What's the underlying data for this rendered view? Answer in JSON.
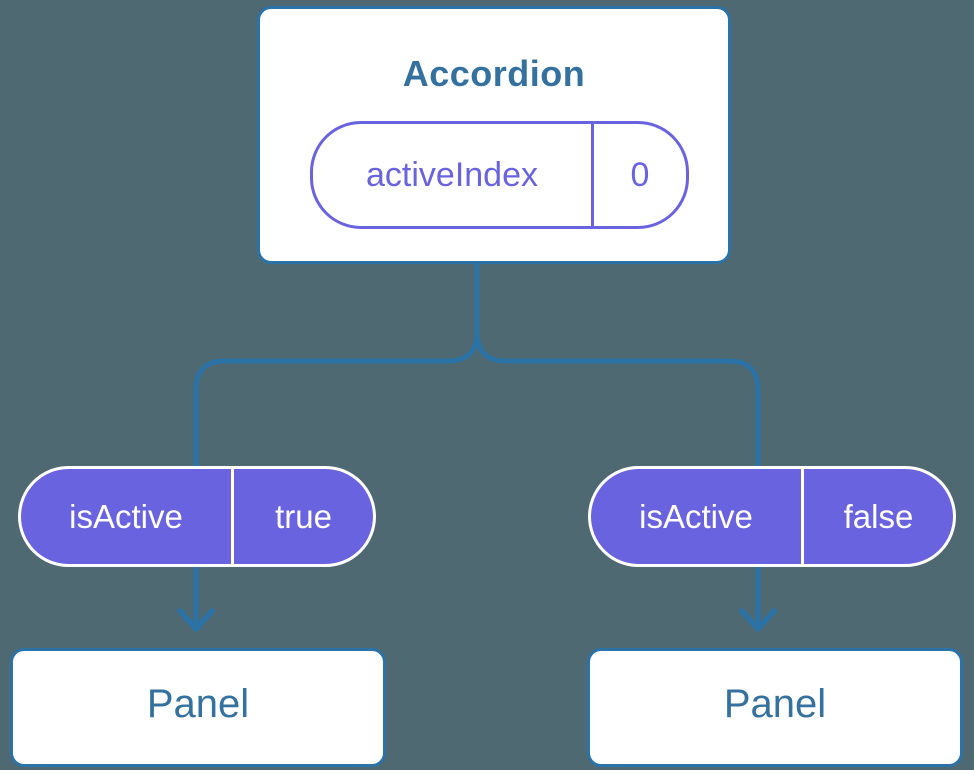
{
  "diagram": {
    "root": {
      "title": "Accordion",
      "state_pill": {
        "label": "activeIndex",
        "value": "0"
      }
    },
    "props": [
      {
        "label": "isActive",
        "value": "true"
      },
      {
        "label": "isActive",
        "value": "false"
      }
    ],
    "children": [
      {
        "title": "Panel"
      },
      {
        "title": "Panel"
      }
    ],
    "colors": {
      "background": "#4E6971",
      "connector_blue": "#2B72A6",
      "text_blue": "#35719E",
      "purple": "#6A63DF",
      "white": "#FFFFFF"
    }
  }
}
